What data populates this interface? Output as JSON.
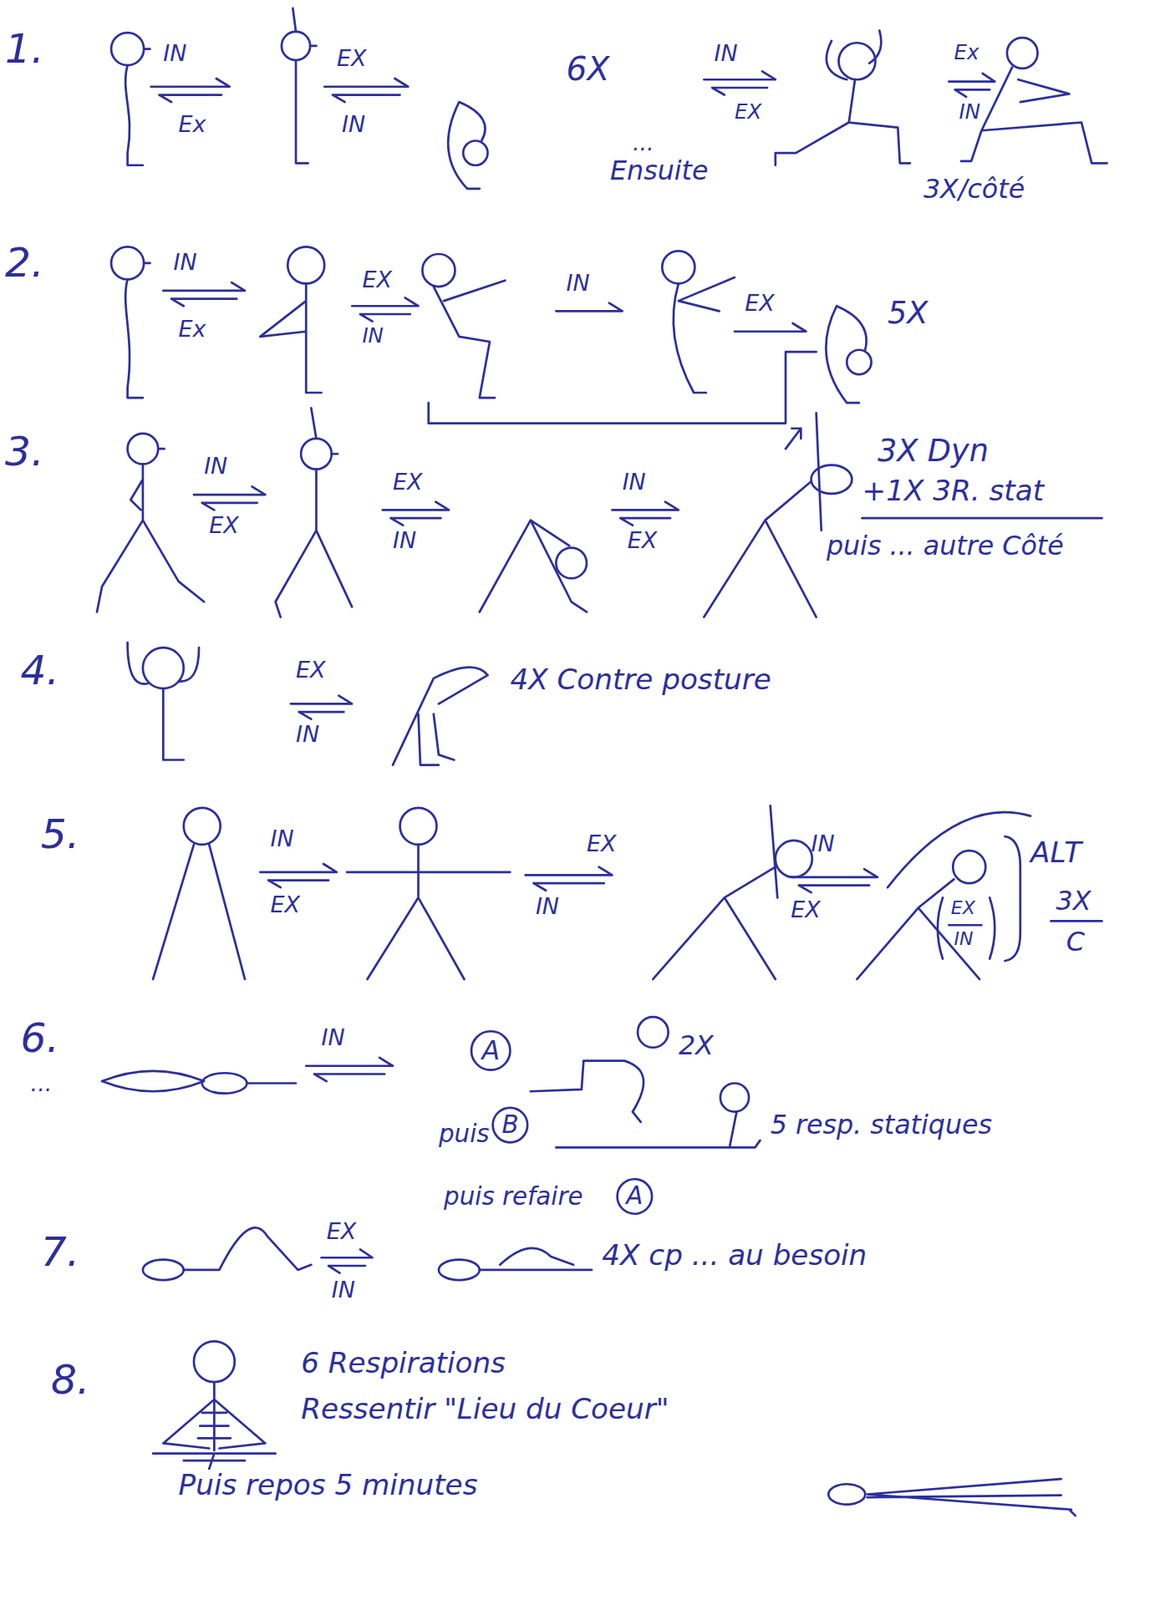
{
  "diagram": {
    "labels": [
      "1.",
      "IN",
      "Ex",
      "EX",
      "IN",
      "6X",
      "IN",
      "EX",
      "...",
      "Ensuite",
      "Ex",
      "IN",
      "3X/côté",
      "2.",
      "IN",
      "Ex",
      "EX",
      "IN",
      "IN",
      "EX",
      "5X",
      "3.",
      "IN",
      "EX",
      "EX",
      "IN",
      "IN",
      "EX",
      "3X Dyn",
      "+1X 3R. stat",
      "puis ... autre Côté",
      "4.",
      "EX",
      "IN",
      "4X Contre posture",
      "5.",
      "IN",
      "EX",
      "EX",
      "IN",
      "IN",
      "EX",
      "EX",
      "IN",
      "ALT",
      "3X",
      "C",
      "6.",
      "...",
      "IN",
      "A",
      "2X",
      "puis",
      "B",
      "5 resp. statiques",
      "puis refaire",
      "A",
      "7.",
      "EX",
      "IN",
      "4X cp ... au besoin",
      "8.",
      "6 Respirations",
      "Ressentir \"Lieu du Coeur\"",
      "Puis repos 5 minutes"
    ]
  }
}
